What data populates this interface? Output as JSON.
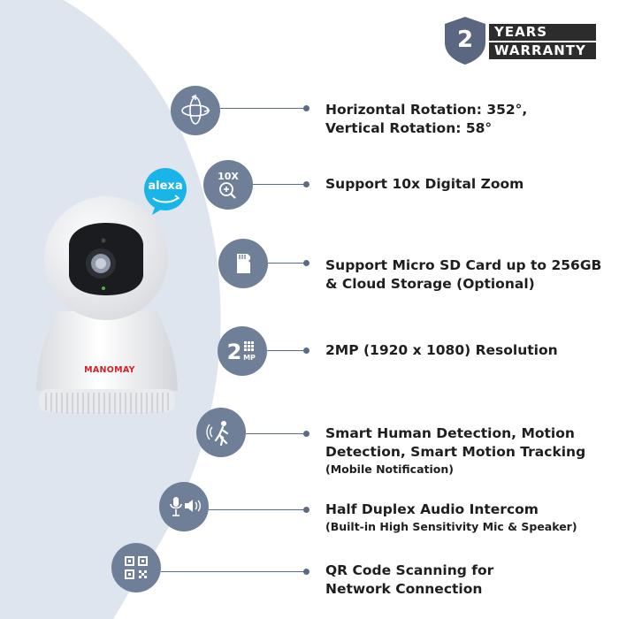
{
  "warranty": {
    "number": "2",
    "line1": "YEARS",
    "line2": "WARRANTY"
  },
  "brand": {
    "name": "MANOMAY",
    "assistant": "alexa"
  },
  "colors": {
    "arc": "#dfe5ef",
    "icon": "#6f7f98",
    "line": "#5c6b84",
    "text": "#1e1e1e",
    "brand": "#d61f26",
    "alexa": "#19b5e8"
  },
  "features": [
    {
      "icon": "rotation-icon",
      "lines": [
        "Horizontal Rotation: 352°,",
        "Vertical Rotation: 58°"
      ],
      "sub": ""
    },
    {
      "icon": "zoom-icon",
      "icon_text": "10X",
      "lines": [
        "Support 10x Digital Zoom"
      ],
      "sub": ""
    },
    {
      "icon": "sd-card-icon",
      "lines": [
        "Support Micro SD Card up to 256GB",
        "& Cloud Storage (Optional)"
      ],
      "sub": ""
    },
    {
      "icon": "resolution-icon",
      "icon_text": "2",
      "icon_sub": "MP",
      "lines": [
        "2MP (1920 x 1080) Resolution"
      ],
      "sub": ""
    },
    {
      "icon": "motion-detection-icon",
      "lines": [
        "Smart Human Detection, Motion",
        "Detection, Smart Motion Tracking"
      ],
      "sub": "(Mobile Notification)"
    },
    {
      "icon": "audio-intercom-icon",
      "lines": [
        "Half Duplex Audio Intercom"
      ],
      "sub": "(Built-in High Sensitivity Mic & Speaker)"
    },
    {
      "icon": "qr-code-icon",
      "lines": [
        "QR Code Scanning for",
        "Network Connection"
      ],
      "sub": ""
    }
  ]
}
